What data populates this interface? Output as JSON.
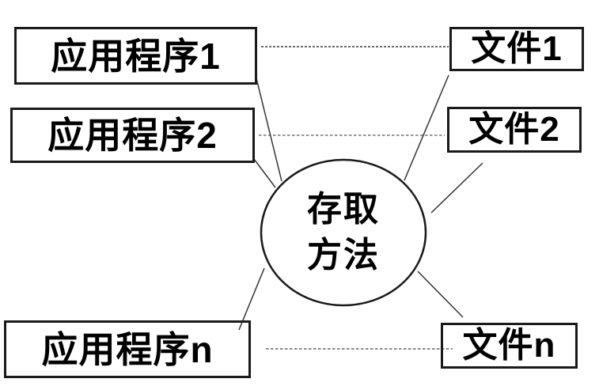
{
  "diagram": {
    "title_implied": "access-method-between-applications-and-files",
    "center": {
      "label_line1": "存取",
      "label_line2": "方法"
    },
    "applications": [
      {
        "id": "app-1",
        "label": "应用程序1"
      },
      {
        "id": "app-2",
        "label": "应用程序2"
      },
      {
        "id": "app-n",
        "label": "应用程序n"
      }
    ],
    "files": [
      {
        "id": "file-1",
        "label": "文件1"
      },
      {
        "id": "file-2",
        "label": "文件2"
      },
      {
        "id": "file-n",
        "label": "文件n"
      }
    ],
    "connections": {
      "solid_to_center": [
        "app-1",
        "app-2",
        "app-n",
        "file-1",
        "file-2",
        "file-n"
      ],
      "dashed_pairs": [
        [
          "app-1",
          "file-1"
        ],
        [
          "app-2",
          "file-2"
        ],
        [
          "app-n",
          "file-n"
        ]
      ]
    },
    "colors": {
      "background": "#ffffff",
      "box_border": "#1a1a1a",
      "text": "#000000",
      "solid_line": "#333333",
      "dashed_line_dark": "#3a3a3a",
      "dashed_line_gray": "#888888"
    }
  }
}
